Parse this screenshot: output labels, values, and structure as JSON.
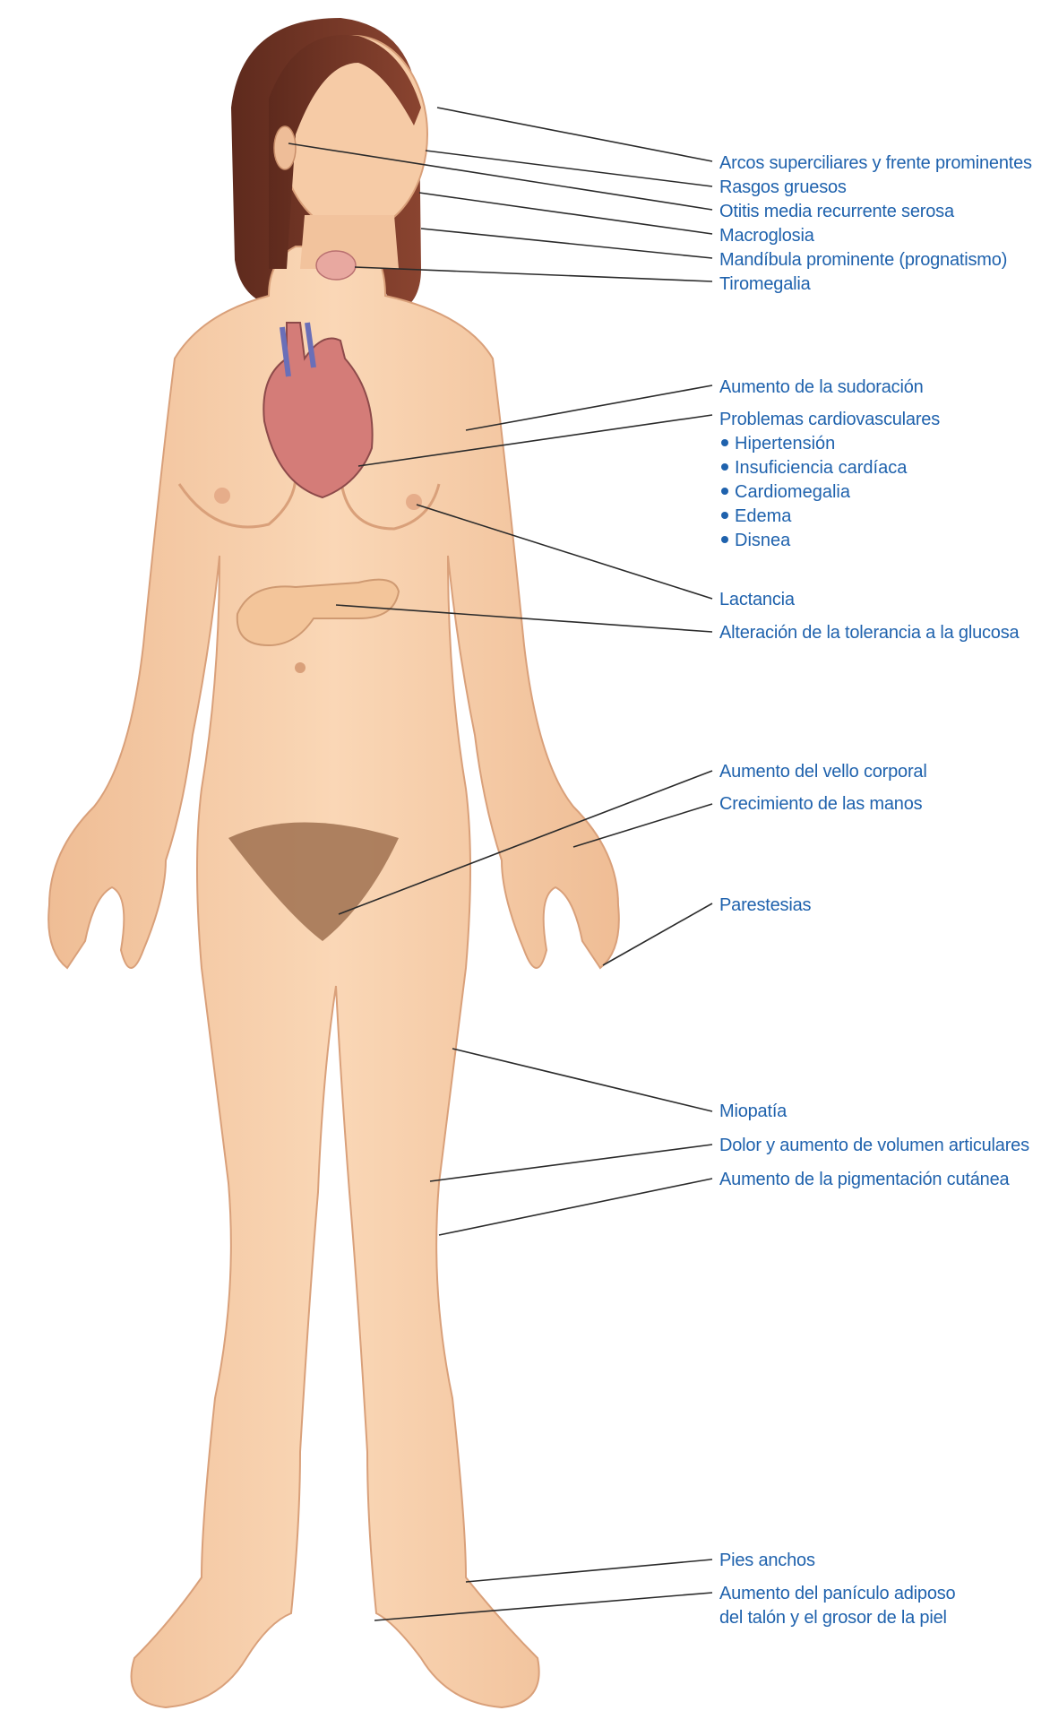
{
  "colors": {
    "label": "#1f62ad",
    "leader": "#2b2b2b",
    "skin": "#f4c8a2",
    "skin_shadow": "#e3a981",
    "hair": "#7a3b2a",
    "heart": "#c97070",
    "pancreas": "#f3c59a",
    "thyroid": "#e8a8a0"
  },
  "figure": {
    "subject_icon": "female-body-illustration",
    "organs": [
      "heart-icon",
      "thyroid-icon",
      "pancreas-icon"
    ]
  },
  "labels": {
    "arcos": "Arcos superciliares y frente prominentes",
    "rasgos": "Rasgos gruesos",
    "otitis": "Otitis media recurrente serosa",
    "macroglosia": "Macroglosia",
    "mandibula": "Mandíbula prominente (prognatismo)",
    "tiromegalia": "Tiromegalia",
    "sudoracion": "Aumento de la sudoración",
    "cardio": "Problemas cardiovasculares",
    "cardio_items": [
      "Hipertensión",
      "Insuficiencia cardíaca",
      "Cardiomegalia",
      "Edema",
      "Disnea"
    ],
    "lactancia": "Lactancia",
    "glucosa": "Alteración de la tolerancia a la glucosa",
    "vello": "Aumento del vello corporal",
    "manos": "Crecimiento de las manos",
    "parestesias": "Parestesias",
    "miopatia": "Miopatía",
    "articulares": "Dolor y aumento de volumen articulares",
    "pigmentacion": "Aumento de la pigmentación cutánea",
    "pies": "Pies anchos",
    "paniculo_line1": "Aumento del panículo adiposo",
    "paniculo_line2": "del talón y el grosor de la piel"
  }
}
